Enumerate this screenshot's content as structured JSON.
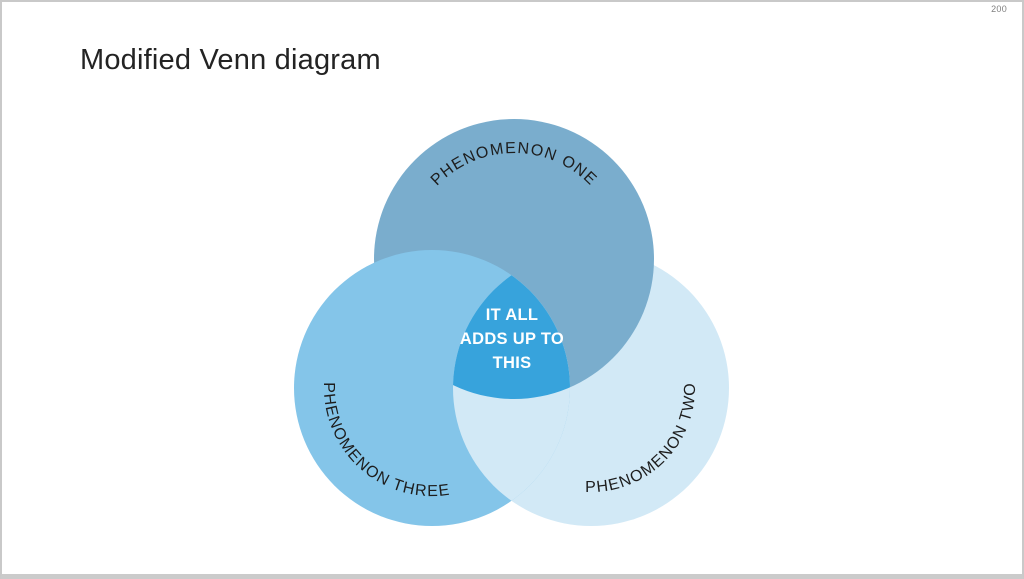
{
  "page": {
    "number": "200"
  },
  "slide": {
    "title": "Modified Venn diagram"
  },
  "diagram": {
    "type": "venn",
    "circles": [
      {
        "name": "one",
        "label": "PHENOMENON ONE",
        "color": "#7aadcd"
      },
      {
        "name": "two",
        "label": "PHENOMENON TWO",
        "color": "#d2e9f6"
      },
      {
        "name": "three",
        "label": "PHENOMENON THREE",
        "color": "#84c5e9"
      }
    ],
    "center": {
      "label": "IT ALL ADDS UP TO THIS",
      "lines": [
        "IT ALL",
        "ADDS UP TO",
        "THIS"
      ],
      "color": "#37a3dc",
      "text_color": "#ffffff"
    },
    "label_color": "#1d1d1d"
  }
}
